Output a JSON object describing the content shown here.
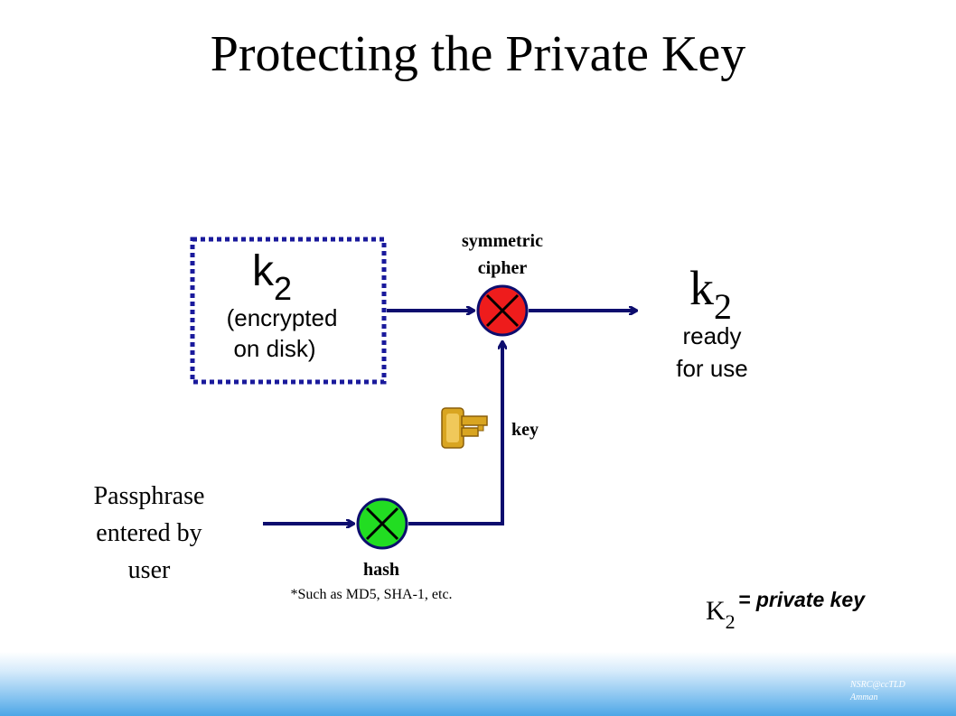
{
  "title": "Protecting the Private Key",
  "encrypted_key": {
    "symbol": "k",
    "subscript": "2",
    "caption_line1": "(encrypted",
    "caption_line2": "on disk)"
  },
  "cipher_label": {
    "line1": "symmetric",
    "line2": "cipher"
  },
  "ready_key": {
    "symbol": "k",
    "subscript": "2",
    "caption_line1": "ready",
    "caption_line2": "for use"
  },
  "key_label": "key",
  "passphrase": {
    "line1": "Passphrase",
    "line2": "entered by",
    "line3": "user"
  },
  "hash_label": "hash",
  "hash_note": "*Such as MD5, SHA-1, etc.",
  "legend": {
    "symbol": "K",
    "subscript": "2",
    "text": "= private key"
  },
  "footer": {
    "line1": "NSRC@ccTLD",
    "line2": "Amman"
  },
  "colors": {
    "arrow": "#0d0d6e",
    "box_border": "#1a1a9c",
    "cipher_node": "#ee1c1c",
    "hash_node": "#22dd22",
    "key_icon": "#d9a521"
  },
  "icons": [
    "key-icon",
    "cross-icon"
  ]
}
